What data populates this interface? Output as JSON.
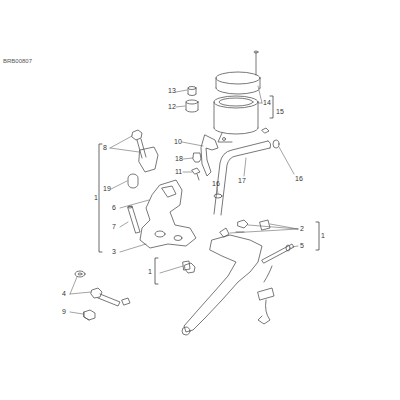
{
  "diagram": {
    "labels": [
      "BRB00807",
      "13",
      "14",
      "12",
      "15",
      "10",
      "8",
      "18",
      "11",
      "17",
      "16",
      "19",
      "1",
      "16",
      "6",
      "7",
      "2",
      "1",
      "5",
      "3",
      "1",
      "4",
      "9"
    ]
  }
}
